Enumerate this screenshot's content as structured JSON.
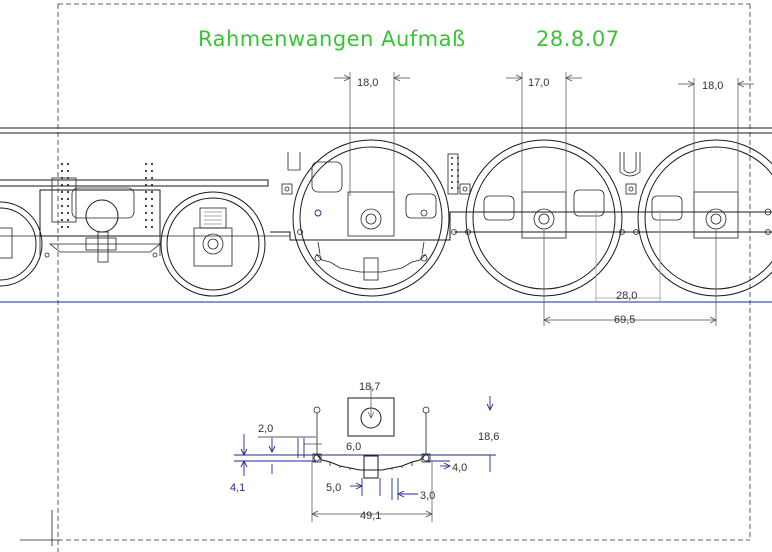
{
  "title": {
    "subject": "Rahmenwangen  Aufmaß",
    "date": "28.8.07",
    "color": "#37c437"
  },
  "dimensions_top": {
    "d1": "18,0",
    "d2": "17,0",
    "d3": "18,0",
    "d4": "28,0",
    "d5": "69,5"
  },
  "dimensions_detail": {
    "d_18_7": "18,7",
    "d_2_0": "2,0",
    "d_6_0": "6,0",
    "d_18_6": "18,6",
    "d_4_0": "4,0",
    "d_4_1": "4,1",
    "d_5_0": "5,0",
    "d_3_0": "3,0",
    "d_49_1": "49,1"
  },
  "colors": {
    "line": "#1a1a1a",
    "dimension_blue": "#1f2a8c",
    "background": "#ffffff"
  }
}
